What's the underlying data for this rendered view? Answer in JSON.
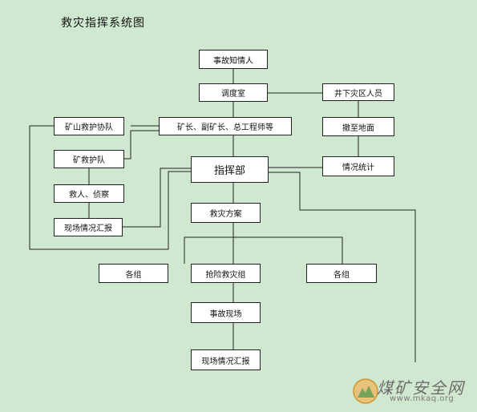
{
  "title": "救灾指挥系统图",
  "nodes": {
    "accident_witness": "事故知情人",
    "dispatch_room": "调度室",
    "underground_personnel": "井下灾区人员",
    "mine_rescue_assist_team": "矿山救护协队",
    "mine_leaders": "矿长、副矿长、总工程师等",
    "evacuate_to_surface": "撤至地面",
    "mine_rescue_team": "矿救护队",
    "command_center": "指挥部",
    "situation_statistics": "情况统计",
    "rescue_reconnaissance": "救人、侦察",
    "onsite_report_left": "现场情况汇报",
    "rescue_plan": "救灾方案",
    "groups_left": "各组",
    "emergency_rescue_group": "抢险救灾组",
    "groups_right": "各组",
    "accident_site": "事故现场",
    "onsite_report_bottom": "现场情况汇报"
  },
  "watermark": {
    "name": "煤矿安全网",
    "url": "www.mkaq.org"
  }
}
